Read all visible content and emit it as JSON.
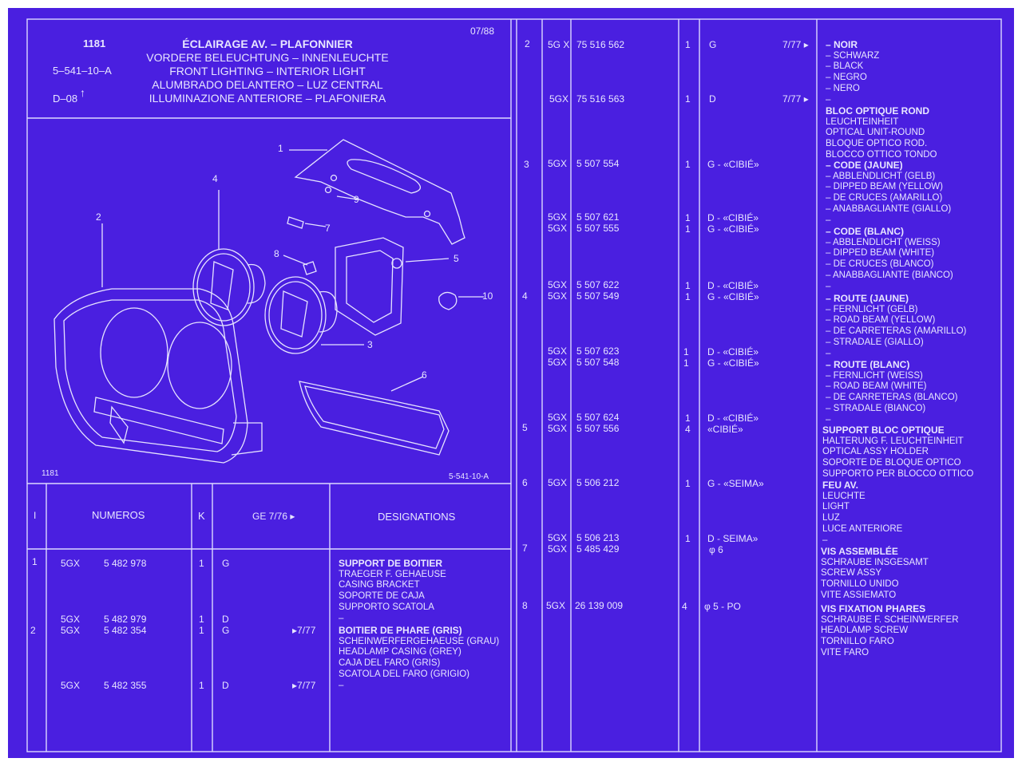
{
  "header": {
    "code": "1181",
    "ref": "5–541–10–A",
    "page_ref": "D–08",
    "date": "07/88",
    "titles": [
      "ÉCLAIRAGE AV. – PLAFONNIER",
      "VORDERE BELEUCHTUNG – INNENLEUCHTE",
      "FRONT LIGHTING – INTERIOR LIGHT",
      "ALUMBRADO DELANTERO – LUZ CENTRAL",
      "ILLUMINAZIONE ANTERIORE – PLAFONIERA"
    ]
  },
  "diagram": {
    "code_left": "1181",
    "code_right": "5-541-10-A",
    "callouts": [
      "1",
      "2",
      "3",
      "4",
      "5",
      "6",
      "7",
      "8",
      "9",
      "10"
    ]
  },
  "table_headers": {
    "index": "I",
    "numbers": "NUMEROS",
    "k": "K",
    "ge": "GE 7/76 ▸",
    "designations": "DESIGNATIONS"
  },
  "left_rows": [
    {
      "idx": "1",
      "prefix": "5GX",
      "num": "5 482 978",
      "k": "1",
      "ge": "G",
      "date": ""
    },
    {
      "idx": "",
      "prefix": "5GX",
      "num": "5 482 979",
      "k": "1",
      "ge": "D",
      "date": ""
    },
    {
      "idx": "2",
      "prefix": "5GX",
      "num": "5 482 354",
      "k": "1",
      "ge": "G",
      "date": "▸7/77"
    },
    {
      "idx": "",
      "prefix": "5GX",
      "num": "5 482 355",
      "k": "1",
      "ge": "D",
      "date": "▸7/77"
    }
  ],
  "left_designations": [
    {
      "head": "SUPPORT DE BOITIER",
      "lines": [
        "TRAEGER F. GEHAEUSE",
        "CASING BRACKET",
        "SOPORTE DE CAJA",
        "SUPPORTO SCATOLA",
        "–"
      ]
    },
    {
      "head": "BOITIER DE PHARE (GRIS)",
      "lines": [
        "SCHEINWERFERGEHAEUSE (GRAU)",
        "HEADLAMP CASING (GREY)",
        "CAJA DEL FARO (GRIS)",
        "SCATOLA DEL FARO (GRIGIO)",
        "–"
      ]
    }
  ],
  "right_rows": [
    {
      "idx": "2",
      "prefix": "5G X",
      "num": "75 516 562",
      "k": "1",
      "ge": "G",
      "date": "7/77 ▸"
    },
    {
      "idx": "",
      "prefix": "5GX",
      "num": "75 516 563",
      "k": "1",
      "ge": "D",
      "date": "7/77 ▸"
    },
    {
      "idx": "3",
      "prefix": "5GX",
      "num": "5 507 554",
      "k": "1",
      "ge": "G - «CIBIÉ»",
      "date": ""
    },
    {
      "idx": "",
      "prefix": "5GX",
      "num": "5 507 621",
      "k": "1",
      "ge": "D - «CIBIÉ»",
      "date": ""
    },
    {
      "idx": "",
      "prefix": "5GX",
      "num": "5 507 555",
      "k": "1",
      "ge": "G - «CIBIÉ»",
      "date": ""
    },
    {
      "idx": "",
      "prefix": "5GX",
      "num": "5 507 622",
      "k": "1",
      "ge": "D - «CIBIÉ»",
      "date": ""
    },
    {
      "idx": "4",
      "prefix": "5GX",
      "num": "5 507 549",
      "k": "1",
      "ge": "G - «CIBIÉ»",
      "date": ""
    },
    {
      "idx": "",
      "prefix": "5GX",
      "num": "5 507 623",
      "k": "1",
      "ge": "D - «CIBIÉ»",
      "date": ""
    },
    {
      "idx": "",
      "prefix": "5GX",
      "num": "5 507 548",
      "k": "1",
      "ge": "G - «CIBIÉ»",
      "date": ""
    },
    {
      "idx": "",
      "prefix": "5GX",
      "num": "5 507 624",
      "k": "1",
      "ge": "D - «CIBIÉ»",
      "date": ""
    },
    {
      "idx": "5",
      "prefix": "5GX",
      "num": "5 507 556",
      "k": "4",
      "ge": "«CIBIÉ»",
      "date": ""
    },
    {
      "idx": "6",
      "prefix": "5GX",
      "num": "5 506 212",
      "k": "1",
      "ge": "G - «SEIMA»",
      "date": ""
    },
    {
      "idx": "",
      "prefix": "5GX",
      "num": "5 506 213",
      "k": "1",
      "ge": "D - SEIMA»",
      "date": ""
    },
    {
      "idx": "7",
      "prefix": "5GX",
      "num": "5 485 429",
      "k": "",
      "ge": "φ 6",
      "date": ""
    },
    {
      "idx": "8",
      "prefix": "5GX",
      "num": "26 139 009",
      "k": "4",
      "ge": "φ 5 - PO",
      "date": ""
    }
  ],
  "right_designations": [
    {
      "head": "– NOIR",
      "lines": [
        "– SCHWARZ",
        "– BLACK",
        "– NEGRO",
        "– NERO",
        "–"
      ]
    },
    {
      "head": "BLOC OPTIQUE ROND",
      "lines": [
        "LEUCHTEINHEIT",
        "OPTICAL UNIT-ROUND",
        "BLOQUE OPTICO ROD.",
        "BLOCCO OTTICO TONDO"
      ]
    },
    {
      "head": "– CODE (JAUNE)",
      "lines": [
        "– ABBLENDLICHT (GELB)",
        "– DIPPED BEAM (YELLOW)",
        "– DE CRUCES (AMARILLO)",
        "– ANABBAGLIANTE (GIALLO)",
        "–"
      ]
    },
    {
      "head": "– CODE (BLANC)",
      "lines": [
        "– ABBLENDLICHT (WEISS)",
        "– DIPPED BEAM (WHITE)",
        "– DE CRUCES (BLANCO)",
        "– ANABBAGLIANTE (BIANCO)",
        "–"
      ]
    },
    {
      "head": "– ROUTE (JAUNE)",
      "lines": [
        "– FERNLICHT (GELB)",
        "– ROAD BEAM (YELLOW)",
        "– DE CARRETERAS (AMARILLO)",
        "– STRADALE (GIALLO)",
        "–"
      ]
    },
    {
      "head": "– ROUTE (BLANC)",
      "lines": [
        "– FERNLICHT (WEISS)",
        "– ROAD BEAM (WHITE)",
        "– DE CARRETERAS (BLANCO)",
        "– STRADALE (BIANCO)",
        "–"
      ]
    },
    {
      "head": "SUPPORT BLOC OPTIQUE",
      "lines": [
        "HALTERUNG F. LEUCHTEINHEIT",
        "OPTICAL ASSY HOLDER",
        "SOPORTE DE BLOQUE OPTICO",
        "SUPPORTO PER BLOCCO OTTICO"
      ]
    },
    {
      "head": "FEU AV.",
      "lines": [
        "LEUCHTE",
        "LIGHT",
        "LUZ",
        "LUCE ANTERIORE",
        "–"
      ]
    },
    {
      "head": "VIS ASSEMBLÉE",
      "lines": [
        "SCHRAUBE INSGESAMT",
        "SCREW ASSY",
        "TORNILLO UNIDO",
        "VITE ASSIEMATO"
      ]
    },
    {
      "head": "VIS FIXATION PHARES",
      "lines": [
        "SCHRAUBE F. SCHEINWERFER",
        "HEADLAMP SCREW",
        "TORNILLO FARO",
        "VITE FARO"
      ]
    }
  ],
  "colors": {
    "sheet": "#4a1fe0",
    "ink": "#e8e6ff"
  }
}
